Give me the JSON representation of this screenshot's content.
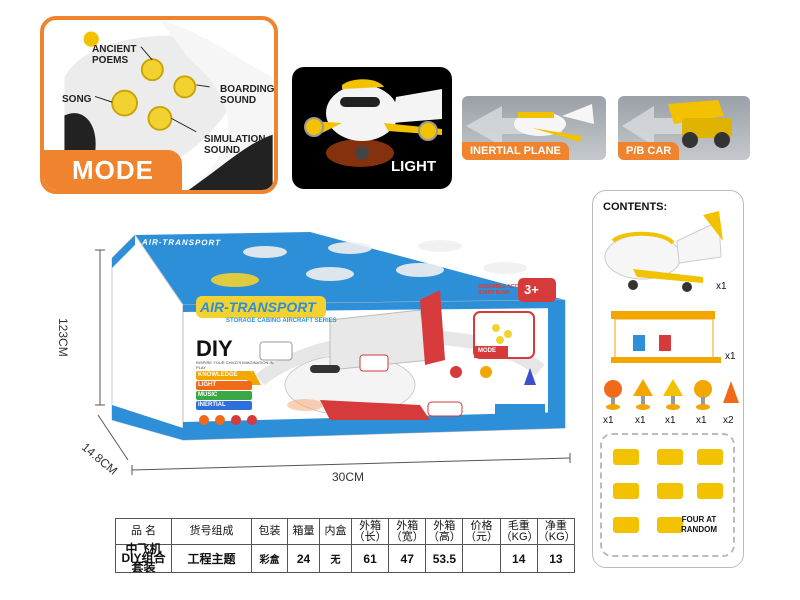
{
  "mode_panel": {
    "title": "MODE",
    "labels": {
      "ancient_poems": "ANCIENT POEMS",
      "song": "SONG",
      "boarding_sound": "BOARDING SOUND",
      "simulation_sound": "SIMULATION SOUND"
    }
  },
  "light_panel": {
    "label": "LIGHT"
  },
  "features": {
    "inertial_plane": "INERTIAL PLANE",
    "pb_car": "P/B  CAR"
  },
  "box": {
    "brand": "AIR-TRANSPORT",
    "top_brand": "AIR-TRANSPORT",
    "subtitle": "STORAGE CABING AIRCRAFT SERIES",
    "diy": "DIY",
    "tagline": "INSPIRE YOUR CHILD'S IMAGINATION IN PLAY",
    "age": "3+",
    "assemble": "ASSEMBLE ACTION START NOW!",
    "mode_mini": "MODE",
    "tags": [
      "KNOWLEDGE",
      "LIGHT",
      "MUSIC",
      "INERTIAL"
    ],
    "colors": {
      "box_blue": "#2e8fd9",
      "box_side": "#f4f4f4",
      "accent_orange": "#f0832e",
      "plane_red": "#d63a3a"
    }
  },
  "dimensions": {
    "height": "123CM",
    "depth": "14.8CM",
    "width": "30CM"
  },
  "contents": {
    "title": "CONTENTS:",
    "quantities": [
      "x1",
      "x1",
      "x1",
      "x1",
      "x1",
      "x1",
      "x2"
    ],
    "random_note": "FOUR AT RANDOM"
  },
  "spec_table": {
    "headers": [
      "品 名",
      "货号组成",
      "包装",
      "箱量",
      "内盒",
      "外箱\n（长）",
      "外箱\n（宽）",
      "外箱\n（高）",
      "价格\n（元）",
      "毛重\n（KG）",
      "净重\n（KG）"
    ],
    "values": [
      "中飞机\nDIY组合套装",
      "工程主题",
      "彩盒",
      "24",
      "无",
      "61",
      "47",
      "53.5",
      "",
      "14",
      "13"
    ]
  }
}
